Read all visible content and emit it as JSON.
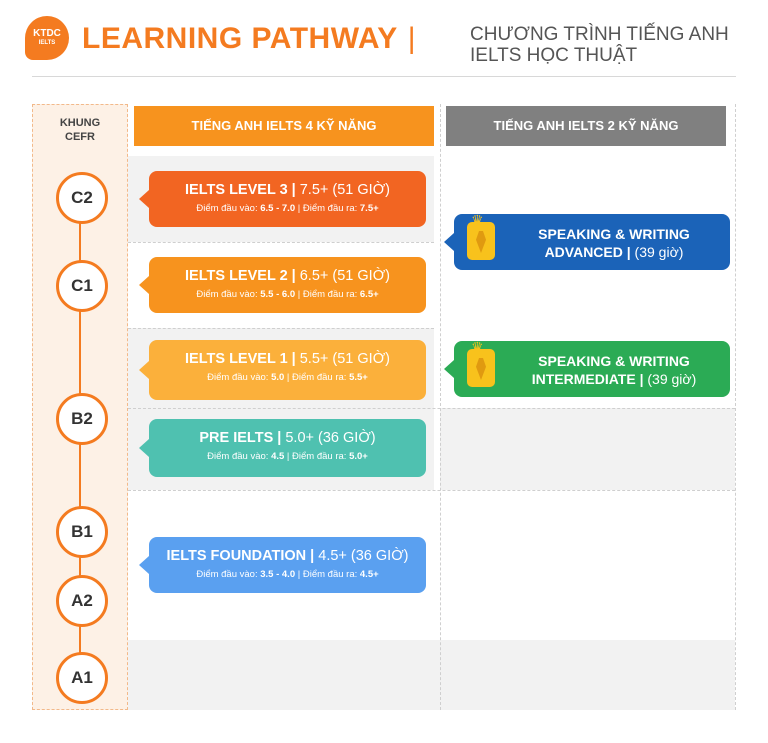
{
  "header": {
    "logo_line1": "KTDC",
    "logo_line2": "IELTS",
    "title": "LEARNING PATHWAY",
    "divider": "|",
    "subtitle_line1": "CHƯƠNG TRÌNH TIẾNG ANH",
    "subtitle_line2": "IELTS HỌC THUẬT"
  },
  "columns": {
    "cefr_line1": "KHUNG",
    "cefr_line2": "CEFR",
    "four_skills": "TIẾNG ANH IELTS 4 KỸ NĂNG",
    "two_skills": "TIẾNG ANH IELTS 2 KỸ NĂNG"
  },
  "levels": [
    "C2",
    "C1",
    "B2",
    "B1",
    "A2",
    "A1"
  ],
  "courses": [
    {
      "name": "IELTS LEVEL 3 |",
      "target": " 7.5+ (51 GIỜ)",
      "entry_label": "Điểm đầu vào: ",
      "entry": "6.5 - 7.0",
      "sep": " | ",
      "exit_label": "Điểm đầu ra: ",
      "exit": "7.5+",
      "color": "#f26522"
    },
    {
      "name": "IELTS LEVEL 2 |",
      "target": " 6.5+ (51 GIỜ)",
      "entry_label": "Điểm đầu vào: ",
      "entry": "5.5 - 6.0",
      "sep": " | ",
      "exit_label": "Điểm đầu ra: ",
      "exit": "6.5+",
      "color": "#f7931e"
    },
    {
      "name": "IELTS LEVEL 1 |",
      "target": " 5.5+ (51 GIỜ)",
      "entry_label": "Điểm đầu vào: ",
      "entry": "5.0",
      "sep": " | ",
      "exit_label": "Điểm đầu ra: ",
      "exit": "5.5+",
      "color": "#fbb03b"
    },
    {
      "name": "PRE IELTS |",
      "target": " 5.0+ (36 GIỜ)",
      "entry_label": "Điểm đầu vào: ",
      "entry": "4.5",
      "sep": " | ",
      "exit_label": "Điểm đầu ra: ",
      "exit": "5.0+",
      "color": "#4fc1b0"
    },
    {
      "name": "IELTS FOUNDATION |",
      "target": " 4.5+ (36 GIỜ)",
      "entry_label": "Điểm đầu vào: ",
      "entry": "3.5 - 4.0",
      "sep": " | ",
      "exit_label": "Điểm đầu ra: ",
      "exit": "4.5+",
      "color": "#5aa0f0"
    }
  ],
  "skills": [
    {
      "line1": "SPEAKING & WRITING",
      "line2": "ADVANCED |",
      "hours": " (39 giờ)",
      "color": "#1b63b8"
    },
    {
      "line1": "SPEAKING & WRITING",
      "line2": "INTERMEDIATE |",
      "hours": " (39 giờ)",
      "color": "#2bab55"
    }
  ]
}
